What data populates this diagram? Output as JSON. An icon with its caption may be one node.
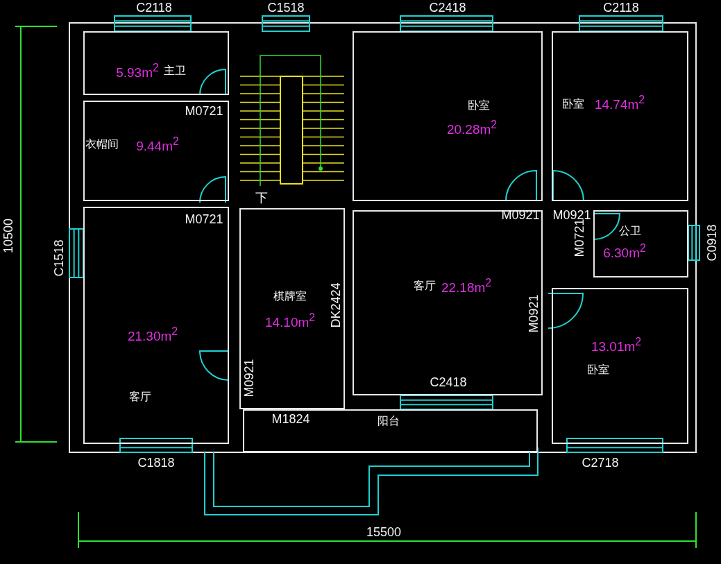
{
  "diagram": {
    "nodes": [
      {
        "text": [
          "5.93m$^{2}$",
          "主卫"
        ]
      },
      {
        "text": [
          "衣帽间",
          "9.44m$^{2}$"
        ]
      },
      {
        "text": [
          "21.30m$^{2}$",
          "客厅"
        ]
      },
      {
        "text": [
          "棋牌室",
          "14.10m$^{2}$"
        ]
      },
      {
        "text": [
          "卧室",
          "20.28m$^{2}$"
        ]
      },
      {
        "text": [
          "卧室",
          "14.74m$^{2}$"
        ]
      },
      {
        "text": [
          "客厅",
          "22.18m$^{2}$"
        ]
      },
      {
        "text": [
          "公卫",
          "6.30m$^{2}$"
        ]
      },
      {
        "text": [
          "13.01m$^{2}$",
          "卧室"
        ]
      },
      {
        "text": [
          "阳台"
        ]
      }
    ],
    "labels": [
      "C2118",
      "C1518",
      "C2418",
      "C2118",
      "10500",
      "M0721",
      "M0721",
      "下",
      "C1518",
      "M0921",
      "M0921",
      "M0721",
      "C0918",
      "DK2424",
      "M0921",
      "M0921",
      "C2418",
      "M1824",
      "C1818",
      "C2718",
      "15500"
    ]
  }
}
